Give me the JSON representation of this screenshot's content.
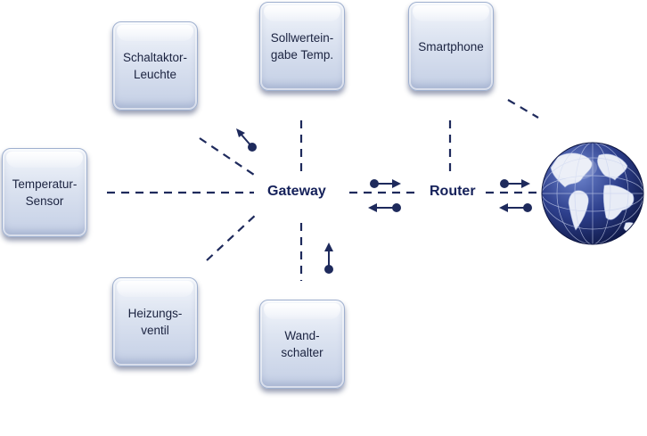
{
  "devices": {
    "schaltaktor": "Schaltaktor-\nLeuchte",
    "sollwert": "Sollwertein-\ngabe Temp.",
    "smartphone": "Smartphone",
    "temperatur": "Temperatur-\nSensor",
    "heizung": "Heizungs-\nventil",
    "wandschalter": "Wand-\nschalter"
  },
  "hubs": {
    "gateway": "Gateway",
    "router": "Router"
  },
  "icons": {
    "internet": "globe-icon",
    "direction": "arrow-icon"
  },
  "colors": {
    "line": "#1e2a5c",
    "box_border": "#9fb0cf",
    "text": "#1b2340",
    "globe_ocean": "#2d3f8c",
    "globe_land": "#e8ecf6"
  }
}
